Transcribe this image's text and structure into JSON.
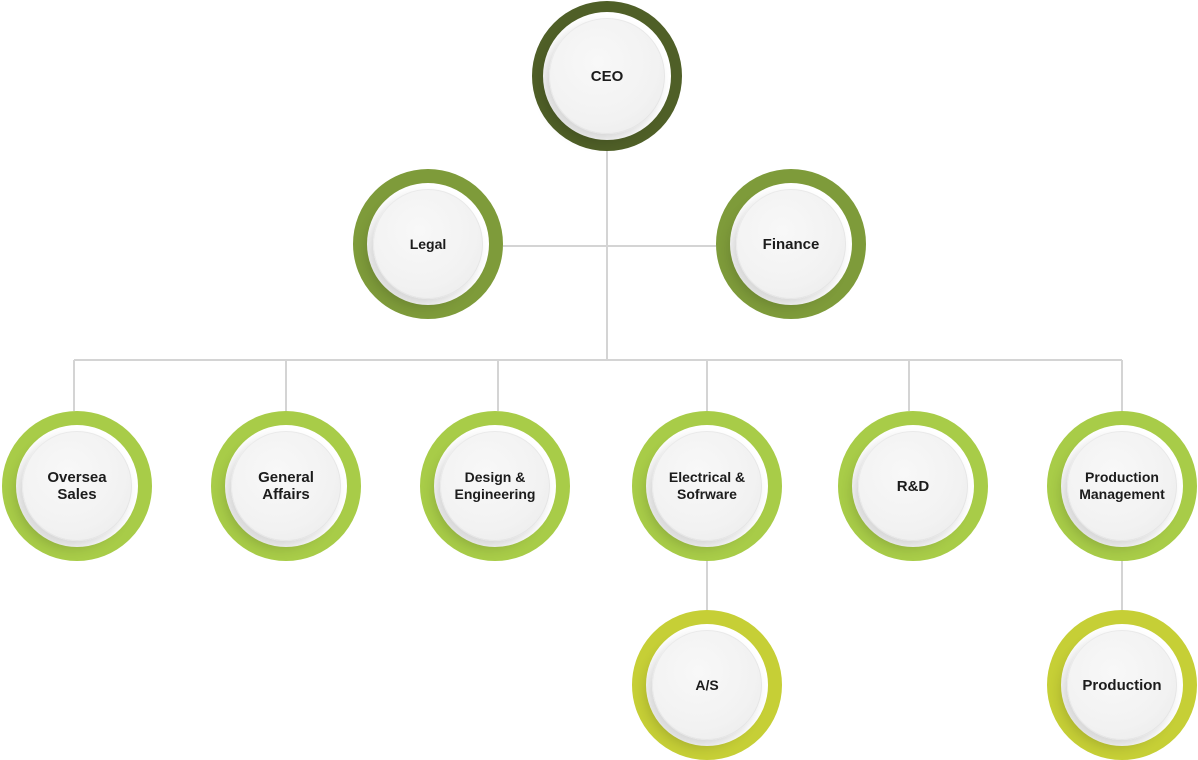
{
  "chart": {
    "colors": {
      "root": "#4f5f27",
      "level1": "#7e9b3a",
      "level2": "#a8cc48",
      "level3": "#c6cf36",
      "connector": "#d4d4d4"
    },
    "nodes": [
      {
        "id": "ceo",
        "label": "CEO",
        "level": "root"
      },
      {
        "id": "legal",
        "label": "Legal",
        "level": "level1"
      },
      {
        "id": "finance",
        "label": "Finance",
        "level": "level1"
      },
      {
        "id": "oversea-sales",
        "label": "Oversea\nSales",
        "level": "level2"
      },
      {
        "id": "general-affairs",
        "label": "General\nAffairs",
        "level": "level2"
      },
      {
        "id": "design-engineering",
        "label": "Design &\nEngineering",
        "level": "level2"
      },
      {
        "id": "electrical-software",
        "label": "Electrical &\nSofrware",
        "level": "level2"
      },
      {
        "id": "rnd",
        "label": "R&D",
        "level": "level2"
      },
      {
        "id": "production-management",
        "label": "Production\nManagement",
        "level": "level2"
      },
      {
        "id": "as",
        "label": "A/S",
        "level": "level3"
      },
      {
        "id": "production",
        "label": "Production",
        "level": "level3"
      }
    ],
    "edges": [
      {
        "from": "ceo",
        "to": "legal"
      },
      {
        "from": "ceo",
        "to": "finance"
      },
      {
        "from": "ceo",
        "to": "oversea-sales"
      },
      {
        "from": "ceo",
        "to": "general-affairs"
      },
      {
        "from": "ceo",
        "to": "design-engineering"
      },
      {
        "from": "ceo",
        "to": "electrical-software"
      },
      {
        "from": "ceo",
        "to": "rnd"
      },
      {
        "from": "ceo",
        "to": "production-management"
      },
      {
        "from": "electrical-software",
        "to": "as"
      },
      {
        "from": "production-management",
        "to": "production"
      }
    ]
  }
}
